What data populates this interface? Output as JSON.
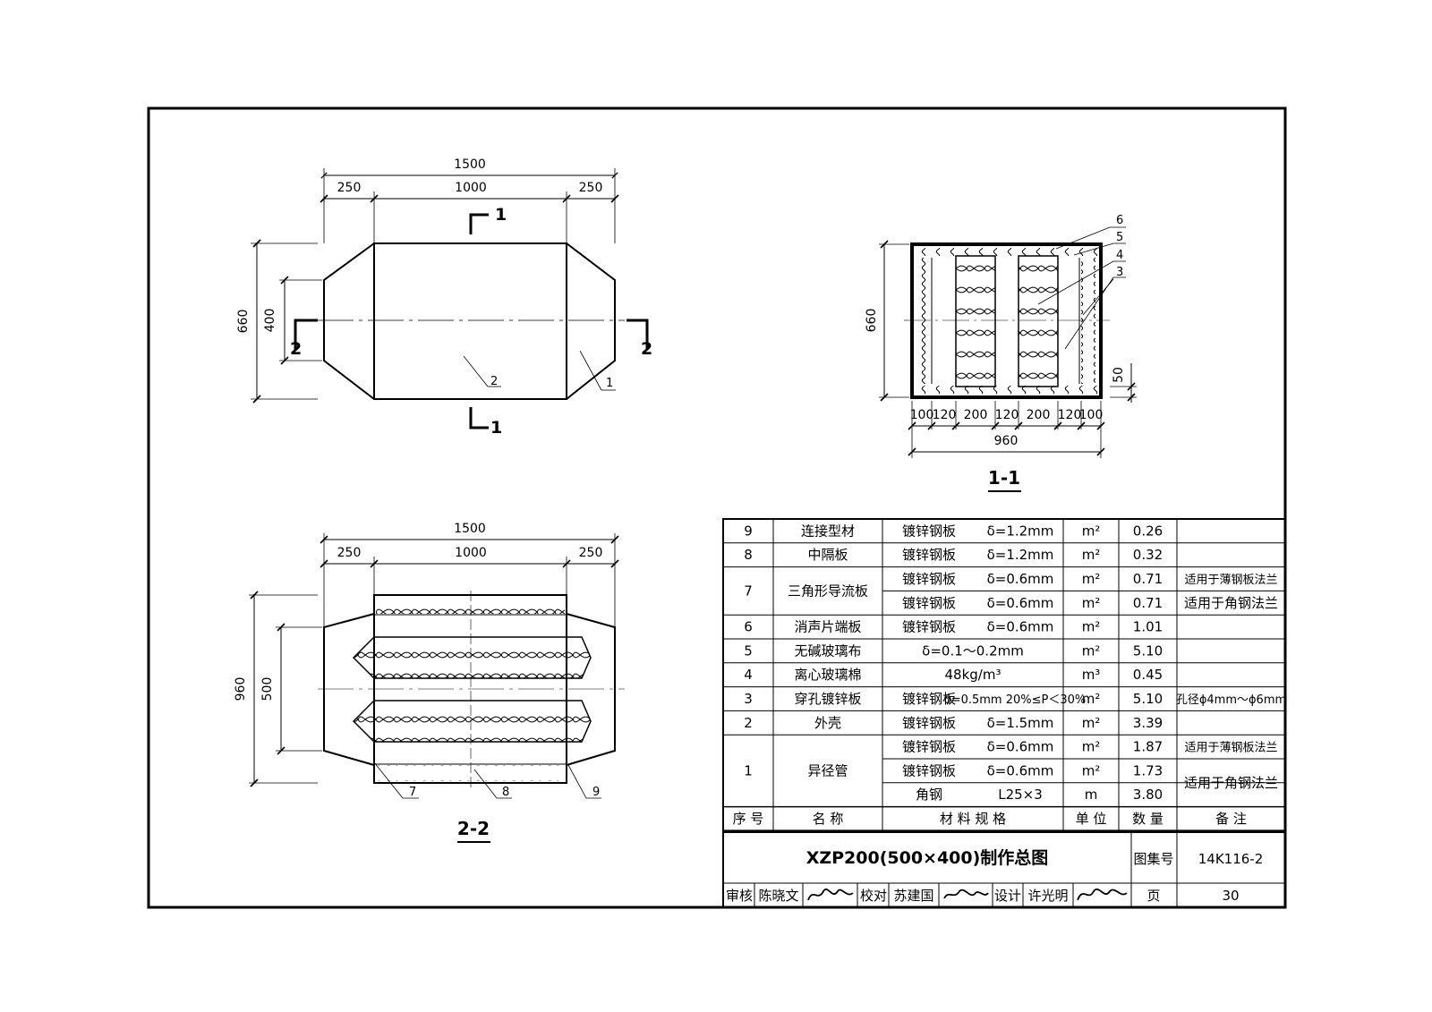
{
  "views": {
    "elevation": {
      "dim_total": "1500",
      "dim_left": "250",
      "dim_mid": "1000",
      "dim_right": "250",
      "dim_height": "660",
      "dim_inner": "400",
      "cut_label": "1",
      "side_cut_label": "2",
      "callout_body": "2",
      "callout_reducer": "1"
    },
    "section_1_1": {
      "title": "1-1",
      "dim_height": "660",
      "dim_gap": "50",
      "dim_total": "960",
      "dims_bottom": [
        "100",
        "120",
        "200",
        "120",
        "200",
        "120",
        "100"
      ],
      "callouts": [
        "6",
        "5",
        "4",
        "3"
      ]
    },
    "section_2_2": {
      "title": "2-2",
      "dim_total": "1500",
      "dim_left": "250",
      "dim_mid": "1000",
      "dim_right": "250",
      "dim_height": "960",
      "dim_inner": "500",
      "callouts": [
        "7",
        "8",
        "9"
      ]
    }
  },
  "bom": {
    "header": {
      "no": "序 号",
      "name": "名 称",
      "material": "材 料 规 格",
      "unit": "单 位",
      "qty": "数 量",
      "note": "备 注"
    },
    "rows": [
      {
        "no": "9",
        "name": "连接型材",
        "material": "镀锌钢板",
        "spec": "δ=1.2mm",
        "unit": "m²",
        "qty": "0.26",
        "note": ""
      },
      {
        "no": "8",
        "name": "中隔板",
        "material": "镀锌钢板",
        "spec": "δ=1.2mm",
        "unit": "m²",
        "qty": "0.32",
        "note": ""
      },
      {
        "no": "7",
        "name": "三角形导流板",
        "material": "镀锌钢板",
        "spec": "δ=0.6mm",
        "unit": "m²",
        "qty": "0.71",
        "note": "适用于薄钢板法兰"
      },
      {
        "no": "",
        "name": "",
        "material": "镀锌钢板",
        "spec": "δ=0.6mm",
        "unit": "m²",
        "qty": "0.71",
        "note": "适用于角钢法兰"
      },
      {
        "no": "6",
        "name": "消声片端板",
        "material": "镀锌钢板",
        "spec": "δ=0.6mm",
        "unit": "m²",
        "qty": "1.01",
        "note": ""
      },
      {
        "no": "5",
        "name": "无碱玻璃布",
        "material": "",
        "spec": "δ=0.1～0.2mm",
        "unit": "m²",
        "qty": "5.10",
        "note": ""
      },
      {
        "no": "4",
        "name": "离心玻璃棉",
        "material": "",
        "spec": "48kg/m³",
        "unit": "m³",
        "qty": "0.45",
        "note": ""
      },
      {
        "no": "3",
        "name": "穿孔镀锌板",
        "material": "镀锌钢板",
        "spec": "δ=0.5mm 20%≤P＜30%",
        "unit": "m²",
        "qty": "5.10",
        "note": "孔径ϕ4mm～ϕ6mm"
      },
      {
        "no": "2",
        "name": "外壳",
        "material": "镀锌钢板",
        "spec": "δ=1.5mm",
        "unit": "m²",
        "qty": "3.39",
        "note": ""
      },
      {
        "no": "1",
        "name": "异径管",
        "material": "镀锌钢板",
        "spec": "δ=0.6mm",
        "unit": "m²",
        "qty": "1.87",
        "note": "适用于薄钢板法兰"
      },
      {
        "no": "",
        "name": "",
        "material": "镀锌钢板",
        "spec": "δ=0.6mm",
        "unit": "m²",
        "qty": "1.73",
        "note": "适用于角钢法兰"
      },
      {
        "no": "",
        "name": "",
        "material": "角钢",
        "spec": "L25×3",
        "unit": "m",
        "qty": "3.80",
        "note": ""
      }
    ]
  },
  "title_block": {
    "title": "XZP200(500×400)制作总图",
    "atlas_label": "图集号",
    "atlas_no": "14K116-2",
    "review_label": "审核",
    "reviewer": "陈晓文",
    "check_label": "校对",
    "checker": "苏建国",
    "design_label": "设计",
    "designer": "许光明",
    "page_label": "页",
    "page_no": "30"
  }
}
